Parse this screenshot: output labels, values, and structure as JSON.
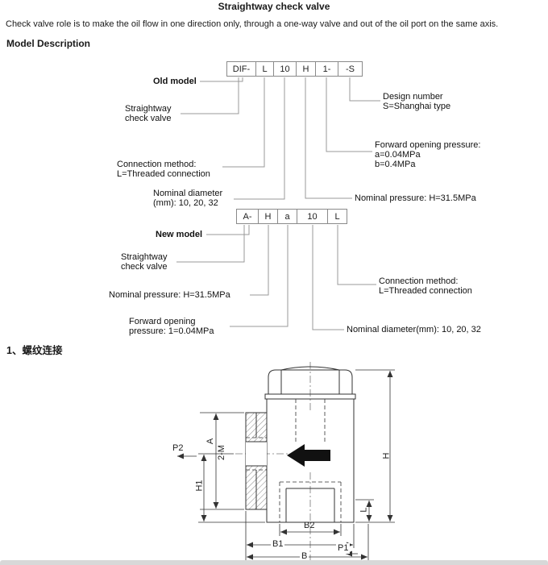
{
  "page": {
    "title": "Straightway check valve",
    "intro": "Check valve role is to make the oil flow in one direction only, through a one-way valve and out of the oil port on the same axis.",
    "model_description_heading": "Model Description",
    "section1_heading": "1、螺纹连接"
  },
  "old_model": {
    "heading": "Old model",
    "code_boxes": [
      "DIF-",
      "L",
      "10",
      "H",
      "1-",
      "-S"
    ],
    "labels": {
      "valve_name": "Straightway\ncheck valve",
      "design_number": "Design number\nS=Shanghai type",
      "forward_pressure": "Forward opening pressure:\na=0.04MPa\nb=0.4MPa",
      "connection": "Connection method:\nL=Threaded connection",
      "diameter": "Nominal diameter\n(mm): 10, 20, 32",
      "pressure": "Nominal pressure: H=31.5MPa"
    }
  },
  "new_model": {
    "heading": "New model",
    "code_boxes": [
      "A-",
      "H",
      "a",
      "10",
      "L"
    ],
    "labels": {
      "valve_name": "Straightway\ncheck valve",
      "connection": "Connection method:\nL=Threaded connection",
      "pressure": "Nominal pressure: H=31.5MPa",
      "forward_pressure": "Forward opening\npressure: 1=0.04MPa",
      "diameter": "Nominal diameter(mm): 10, 20, 32"
    }
  },
  "drawing": {
    "labels": {
      "p2": "P2",
      "a": "A",
      "thread": "2-M",
      "h1": "H1",
      "h": "H",
      "l": "L",
      "b2": "B2",
      "b1": "B1",
      "b": "B",
      "p1": "P1"
    }
  }
}
